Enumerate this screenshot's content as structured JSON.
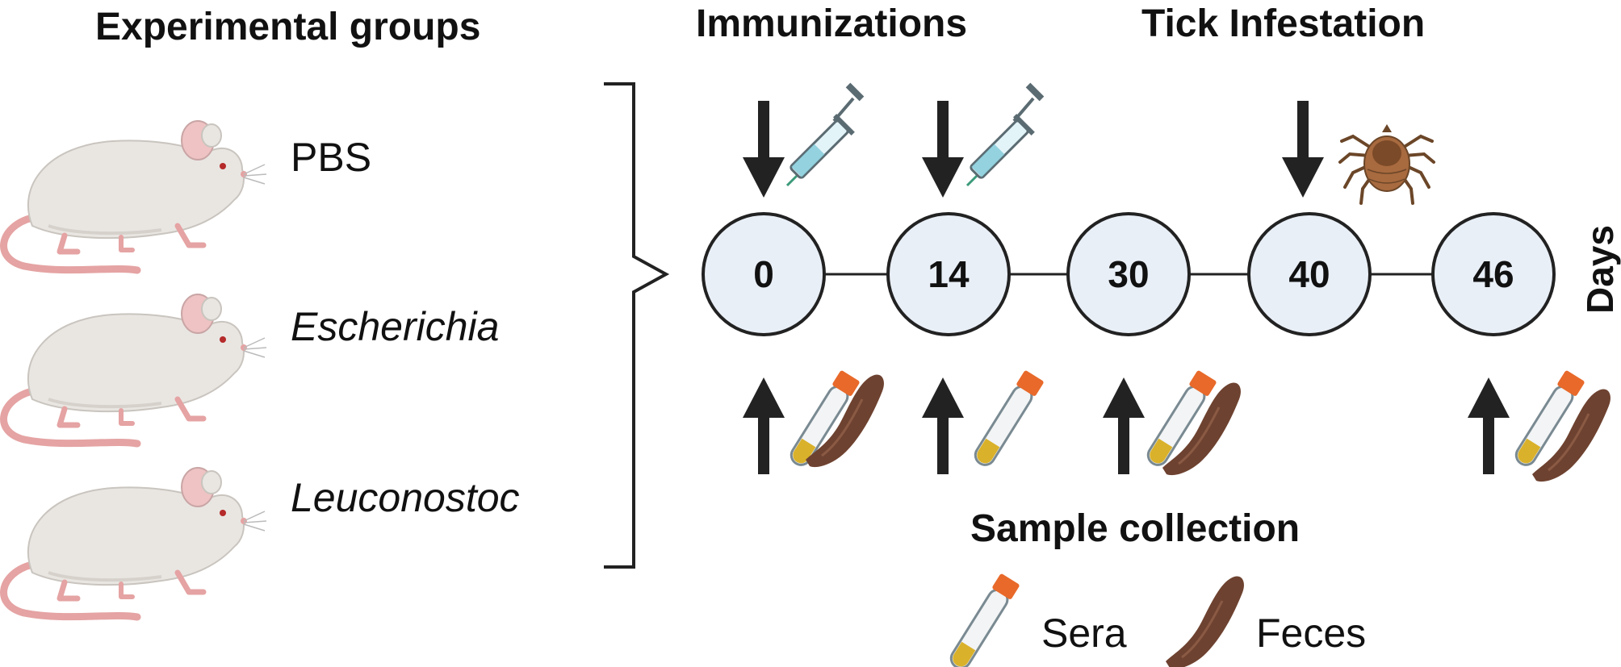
{
  "headers": {
    "groups": "Experimental groups",
    "immunizations": "Immunizations",
    "tick": "Tick Infestation",
    "sample": "Sample collection"
  },
  "groups": [
    {
      "label": "PBS",
      "italic": false
    },
    {
      "label": "Escherichia",
      "italic": true
    },
    {
      "label": "Leuconostoc",
      "italic": true
    }
  ],
  "timeline": {
    "axis_label": "Days",
    "days": [
      "0",
      "14",
      "30",
      "40",
      "46"
    ]
  },
  "legend": {
    "sera": "Sera",
    "feces": "Feces"
  },
  "colors": {
    "node_fill": "#e9eff7",
    "tube_cap": "#e8692a",
    "tube_serum": "#d9b12a",
    "feces": "#6e4230",
    "mouse_body": "#e9e6e2",
    "mouse_tail": "#e5a3a3",
    "tick": "#8a5a3a"
  }
}
